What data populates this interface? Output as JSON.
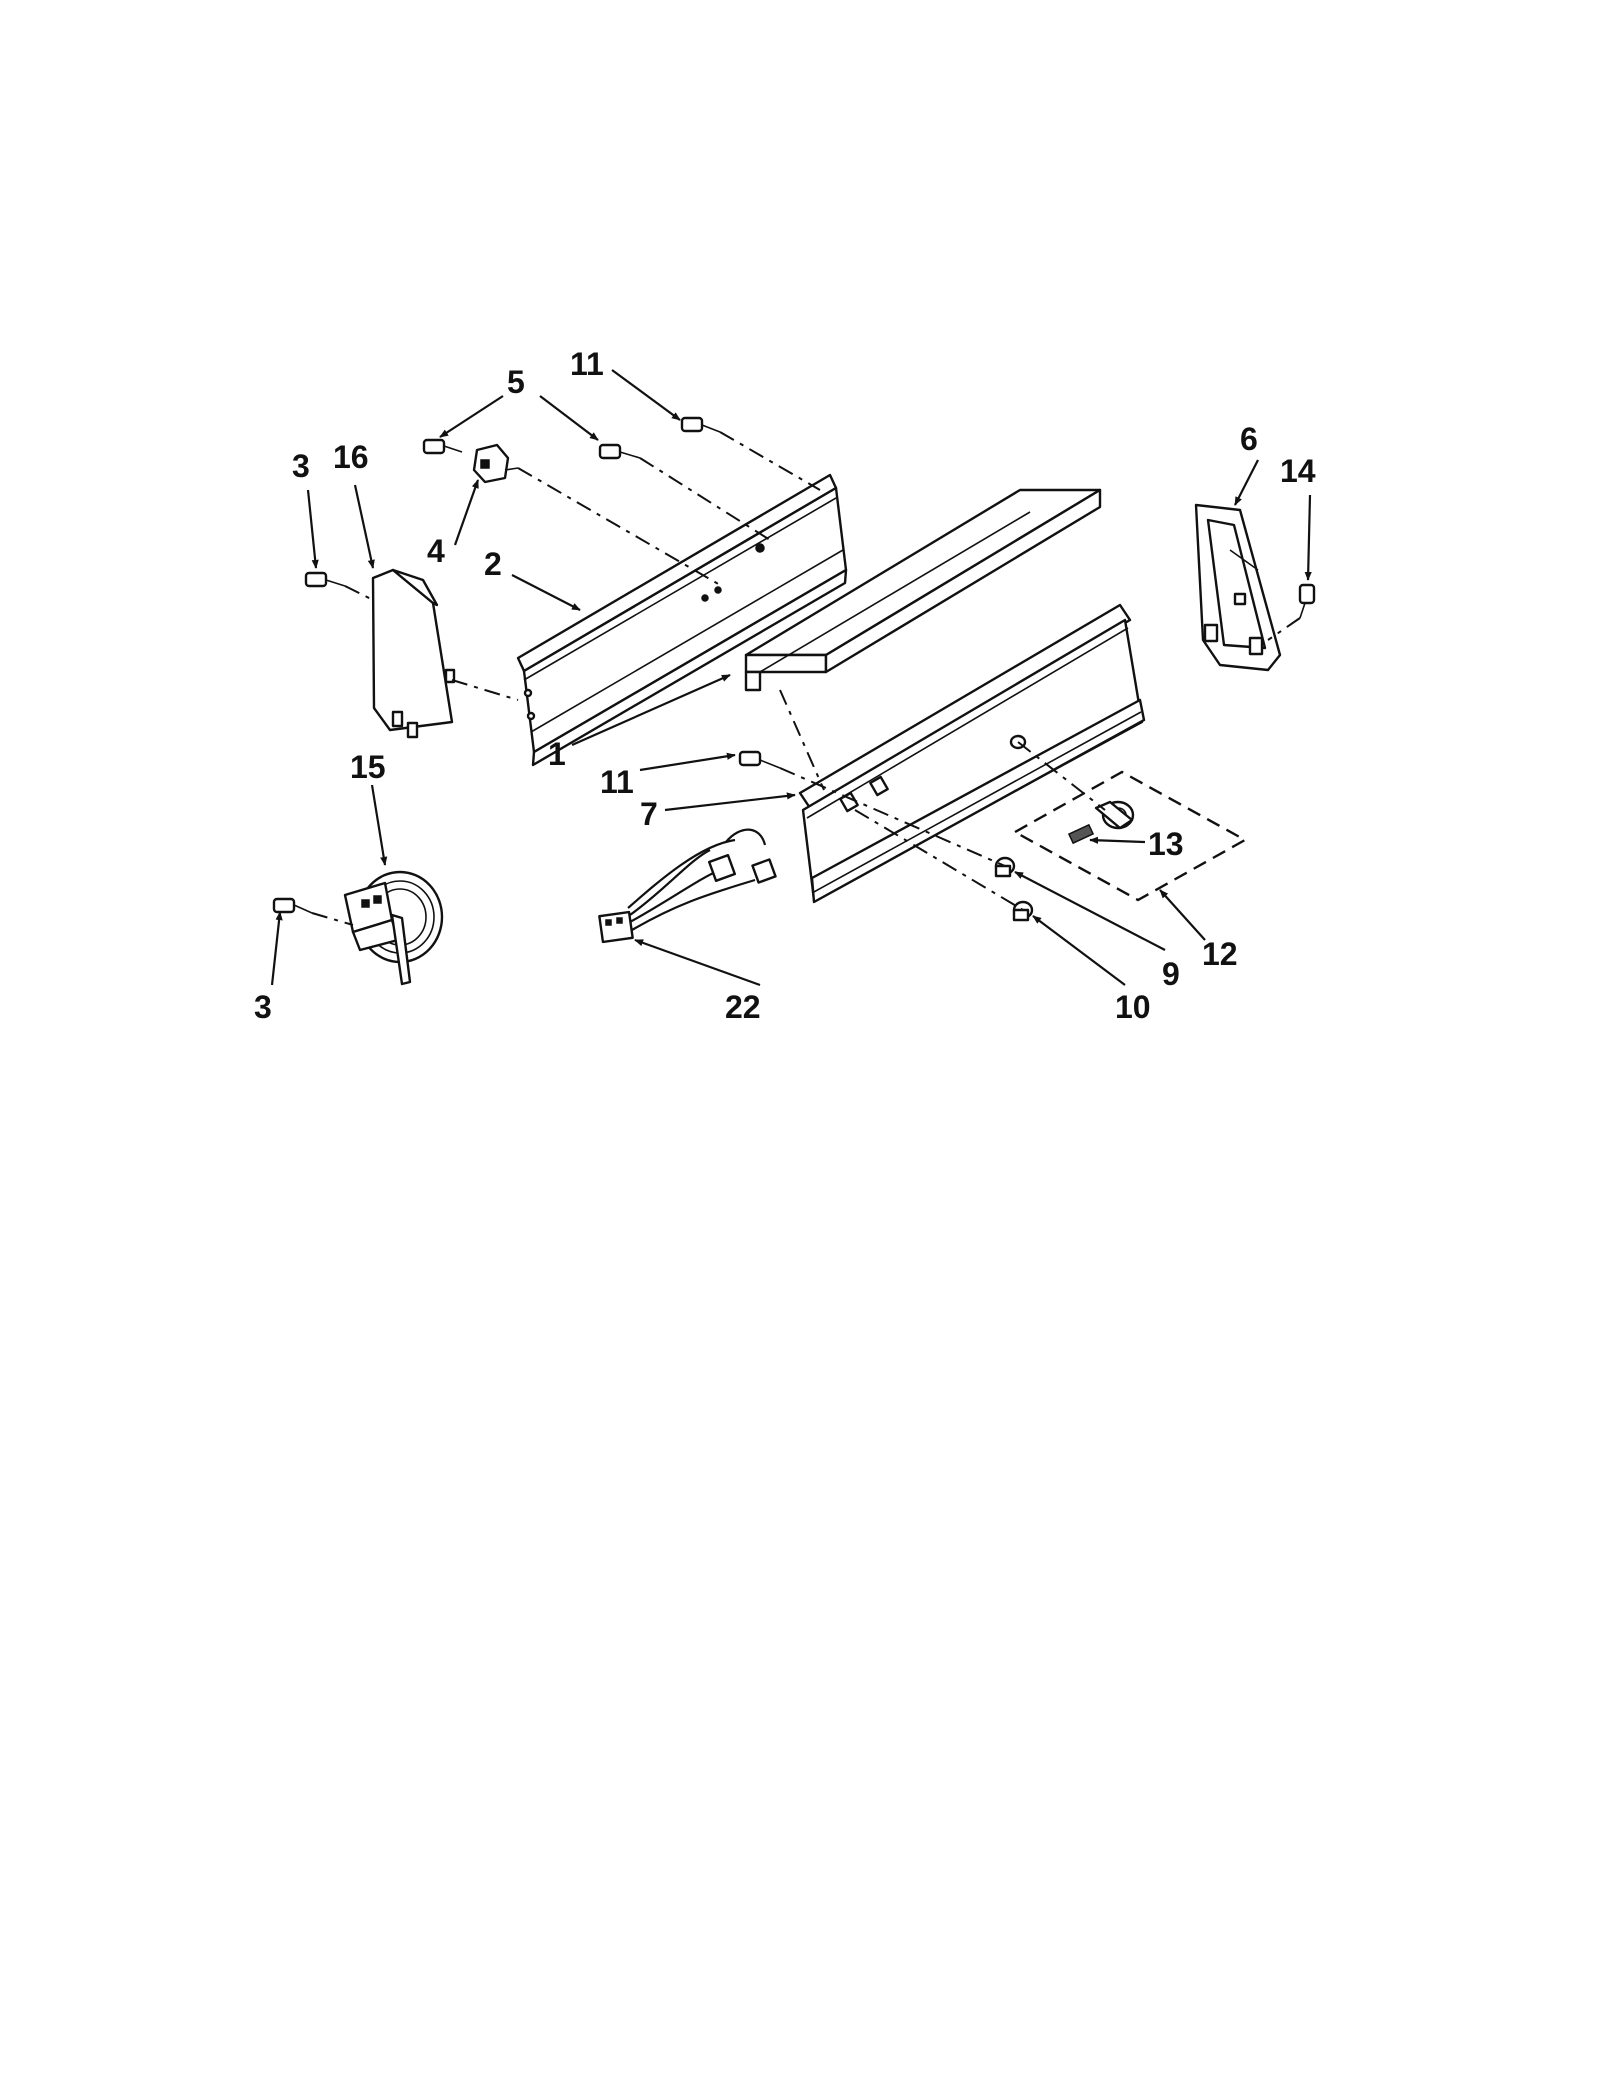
{
  "diagram": {
    "callouts": [
      {
        "id": "c-11-top",
        "text": "11"
      },
      {
        "id": "c-5",
        "text": "5"
      },
      {
        "id": "c-3-top",
        "text": "3"
      },
      {
        "id": "c-16",
        "text": "16"
      },
      {
        "id": "c-4",
        "text": "4"
      },
      {
        "id": "c-2",
        "text": "2"
      },
      {
        "id": "c-6",
        "text": "6"
      },
      {
        "id": "c-14",
        "text": "14"
      },
      {
        "id": "c-1",
        "text": "1"
      },
      {
        "id": "c-15",
        "text": "15"
      },
      {
        "id": "c-11-mid",
        "text": "11"
      },
      {
        "id": "c-7",
        "text": "7"
      },
      {
        "id": "c-13",
        "text": "13"
      },
      {
        "id": "c-12",
        "text": "12"
      },
      {
        "id": "c-9",
        "text": "9"
      },
      {
        "id": "c-10",
        "text": "10"
      },
      {
        "id": "c-22",
        "text": "22"
      },
      {
        "id": "c-3-bottom",
        "text": "3"
      }
    ]
  }
}
